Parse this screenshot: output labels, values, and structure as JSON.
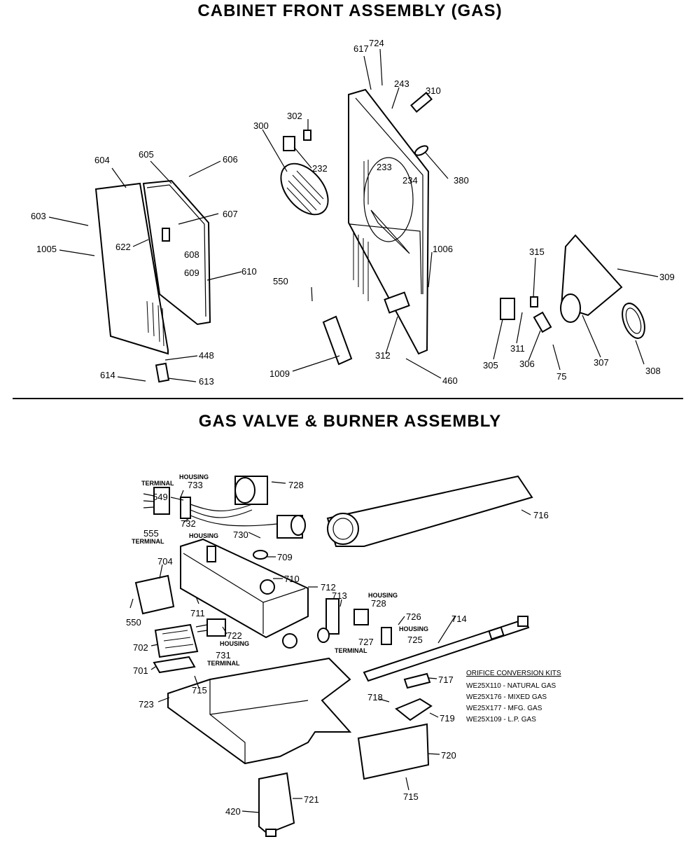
{
  "sections": {
    "cabinet_title": "CABINET FRONT ASSEMBLY (GAS)",
    "valve_title": "GAS VALVE & BURNER ASSEMBLY"
  },
  "cabinet_labels": [
    "617",
    "724",
    "243",
    "310",
    "302",
    "300",
    "232",
    "605",
    "604",
    "606",
    "233",
    "234",
    "380",
    "603",
    "607",
    "1005",
    "622",
    "608",
    "609",
    "610",
    "550",
    "1006",
    "315",
    "305",
    "311",
    "306",
    "307",
    "75",
    "308",
    "309",
    "448",
    "614",
    "613",
    "1009",
    "312",
    "460"
  ],
  "valve_labels": [
    "733",
    "728",
    "549",
    "732",
    "555",
    "730",
    "716",
    "704",
    "709",
    "710",
    "712",
    "550",
    "711",
    "713",
    "728",
    "726",
    "714",
    "702",
    "722",
    "731",
    "727",
    "725",
    "701",
    "715",
    "717",
    "723",
    "718",
    "719",
    "720",
    "715",
    "721",
    "420"
  ],
  "valve_words": {
    "housing_1": "HOUSING",
    "terminal_1": "TERMINAL",
    "terminal_2": "TERMINAL",
    "housing_2": "HOUSING",
    "housing_3": "HOUSING",
    "housing_4": "HOUSING",
    "housing_5": "HOUSING",
    "terminal_3": "TERMINAL",
    "terminal_4": "TERMINAL"
  },
  "orifice_kits": {
    "heading": "ORIFICE CONVERSION KITS",
    "rows": [
      "WE25X110 - NATURAL GAS",
      "WE25X176 - MIXED GAS",
      "WE25X177 - MFG. GAS",
      "WE25X109 - L.P. GAS"
    ]
  }
}
